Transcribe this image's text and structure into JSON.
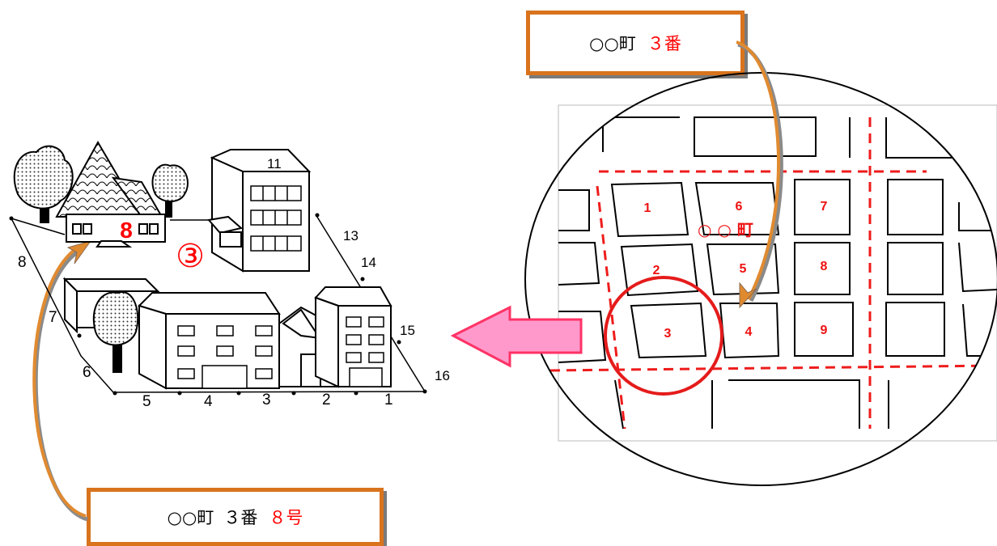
{
  "top_label": {
    "town": "○○町",
    "block": "３番"
  },
  "bottom_label": {
    "town": "○○町",
    "block": "３番",
    "lot": "８号"
  },
  "map": {
    "town_label": "○ ○ 町",
    "block_numbers": [
      "1",
      "2",
      "3",
      "4",
      "5",
      "6",
      "7",
      "8",
      "9"
    ]
  },
  "illustration": {
    "house_lot_number": "8",
    "block_badge": "③",
    "building_number": "11",
    "edge_numbers": [
      "1",
      "2",
      "3",
      "4",
      "5",
      "6",
      "7",
      "8",
      "13",
      "14",
      "15",
      "16"
    ]
  },
  "colors": {
    "box_border": "#d9731c",
    "accent_red": "#ff0000",
    "arrow_fill": "#ff99cc",
    "arrow_stroke": "#ff3366"
  }
}
